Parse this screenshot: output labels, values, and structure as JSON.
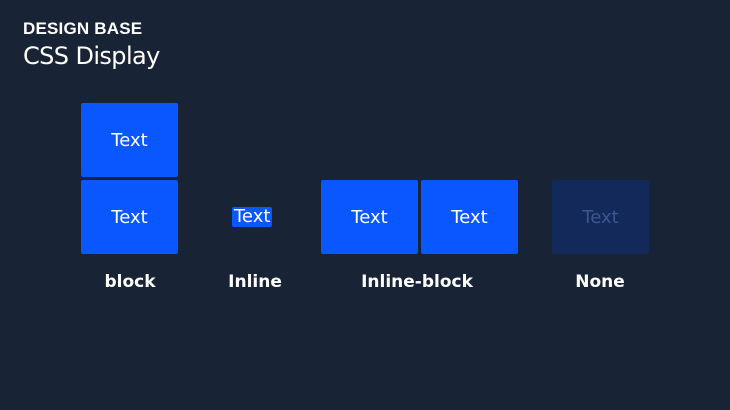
{
  "header": {
    "brand": "DESIGN BASE",
    "title": "CSS Display"
  },
  "examples": {
    "block": {
      "boxes": [
        "Text",
        "Text"
      ],
      "label": "block"
    },
    "inline": {
      "text": "Text",
      "label": "Inline"
    },
    "inline_block": {
      "boxes": [
        "Text",
        "Text"
      ],
      "label": "Inline-block"
    },
    "none": {
      "text": "Text",
      "label": "None"
    }
  },
  "colors": {
    "background": "#182335",
    "box": "#0a56ff",
    "none_box": "#13295a",
    "none_text": "#3b5690"
  }
}
